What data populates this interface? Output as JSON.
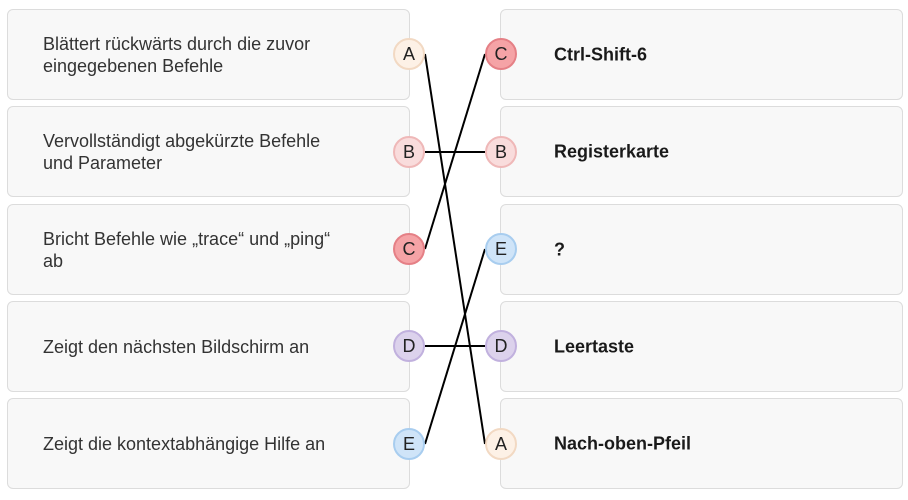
{
  "colors": {
    "A": {
      "bg": "#fdf1e6",
      "border": "#f2d9c3"
    },
    "B": {
      "bg": "#f9dcdc",
      "border": "#efb8b8"
    },
    "C": {
      "bg": "#f5a3a6",
      "border": "#e58086"
    },
    "D": {
      "bg": "#dcd2ec",
      "border": "#c1b1de"
    },
    "E": {
      "bg": "#cfe4f8",
      "border": "#a8cdef"
    },
    "line": "#000000"
  },
  "left_items": [
    {
      "text": "Blättert rückwärts durch die zuvor eingegebenen Befehle",
      "letter": "A"
    },
    {
      "text": "Vervollständigt abgekürzte Befehle und Parameter",
      "letter": "B"
    },
    {
      "text": "Bricht Befehle wie „trace“ und „ping“ ab",
      "letter": "C"
    },
    {
      "text": "Zeigt den nächsten Bildschirm an",
      "letter": "D"
    },
    {
      "text": "Zeigt die kontextabhängige Hilfe an",
      "letter": "E"
    }
  ],
  "right_items": [
    {
      "text": "Ctrl-Shift-6",
      "letter": "C"
    },
    {
      "text": "Registerkarte",
      "letter": "B"
    },
    {
      "text": "?",
      "letter": "E"
    },
    {
      "text": "Leertaste",
      "letter": "D"
    },
    {
      "text": "Nach-oben-Pfeil",
      "letter": "A"
    }
  ]
}
